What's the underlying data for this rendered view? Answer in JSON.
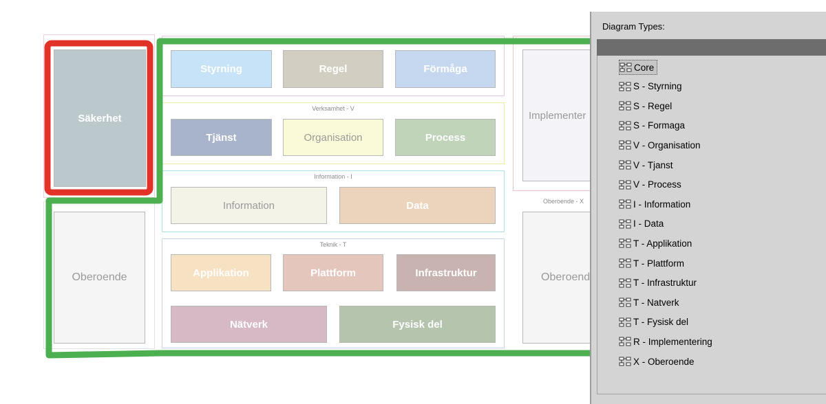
{
  "left_column": {
    "security": "Säkerhet",
    "independent": "Oberoende"
  },
  "groups": {
    "business": "Verksamhet - V",
    "information": "Information - I",
    "technology": "Teknik - T",
    "independent_x": "Oberoende - X"
  },
  "boxes": {
    "styrning": "Styrning",
    "regel": "Regel",
    "formaga": "Förmåga",
    "tjanst": "Tjänst",
    "organisation": "Organisation",
    "process": "Process",
    "information": "Information",
    "data": "Data",
    "applikation": "Applikation",
    "plattform": "Plattform",
    "infrastruktur": "Infrastruktur",
    "natverk": "Nätverk",
    "fysisk_del": "Fysisk del"
  },
  "right_column": {
    "implementation": "Implementer",
    "independent": "Oberoende"
  },
  "panel": {
    "title": "Diagram Types:",
    "items": [
      "Core",
      "S - Styrning",
      "S - Regel",
      "S - Formaga",
      "V - Organisation",
      "V - Tjanst",
      "V - Process",
      "I - Information",
      "I - Data",
      "T - Applikation",
      "T - Plattform",
      "T - Infrastruktur",
      "T - Natverk",
      "T - Fysisk del",
      "R - Implementering",
      "X - Oberoende"
    ],
    "selected_index": 0
  },
  "colors": {
    "red_outline": "#e23127",
    "green_outline": "#4caf50",
    "panel_bg": "#d4d4d4"
  },
  "icon_names": [
    "diagram-icon"
  ]
}
